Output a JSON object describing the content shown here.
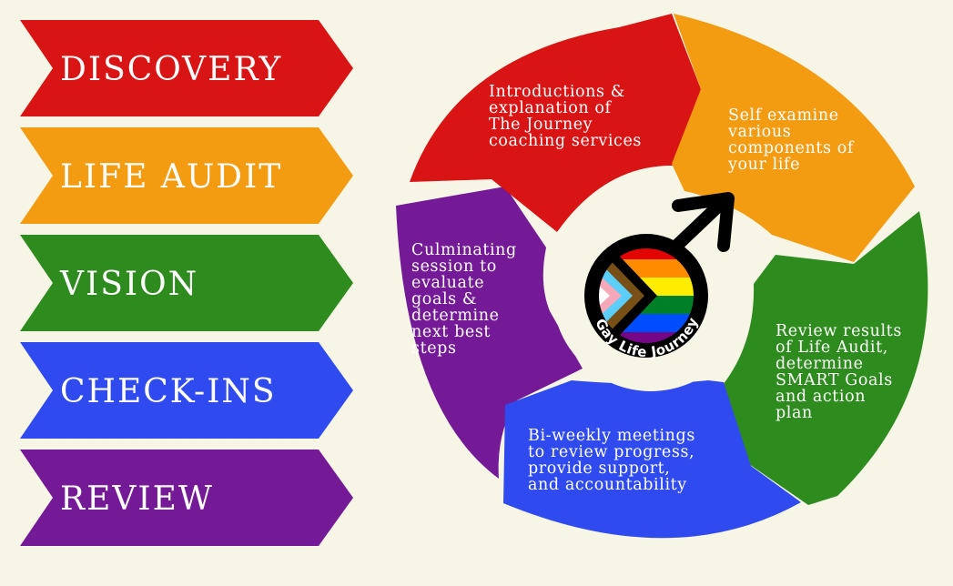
{
  "colors": {
    "background": "#f6f5e6",
    "red": "#d91414",
    "orange": "#f39c12",
    "green": "#2e8b1e",
    "blue": "#2f4bf0",
    "purple": "#741a96"
  },
  "steps": [
    {
      "label": "DISCOVERY",
      "color": "#d91414"
    },
    {
      "label": "LIFE AUDIT",
      "color": "#f39c12"
    },
    {
      "label": "VISION",
      "color": "#2e8b1e"
    },
    {
      "label": "CHECK-INS",
      "color": "#2f4bf0"
    },
    {
      "label": "REVIEW",
      "color": "#741a96"
    }
  ],
  "cycle": {
    "segments": [
      {
        "name": "discovery",
        "color": "#d91414",
        "lines": [
          "Introductions &",
          "explanation of",
          "The Journey",
          "coaching services"
        ]
      },
      {
        "name": "life-audit",
        "color": "#f39c12",
        "lines": [
          "Self examine",
          "various",
          "components of",
          "your life"
        ]
      },
      {
        "name": "vision",
        "color": "#2e8b1e",
        "lines": [
          "Review results",
          "of Life Audit,",
          "determine",
          "SMART Goals",
          "and action",
          "plan"
        ]
      },
      {
        "name": "check-ins",
        "color": "#2f4bf0",
        "lines": [
          "Bi-weekly meetings",
          "to review progress,",
          "provide support,",
          "and accountability"
        ]
      },
      {
        "name": "review",
        "color": "#741a96",
        "lines": [
          "Culminating",
          "session to",
          "evaluate",
          "goals &",
          "determine",
          "next best",
          "steps"
        ]
      }
    ]
  },
  "logo": {
    "text": "Gay Life Journey",
    "icon": "male-symbol-progress-pride-icon"
  }
}
